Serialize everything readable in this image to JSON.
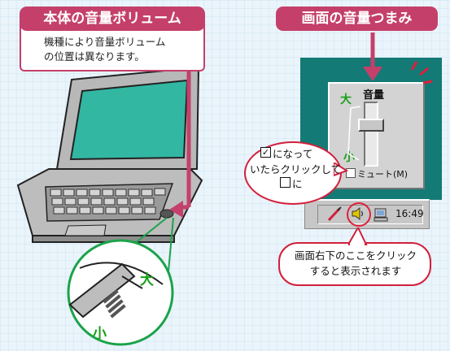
{
  "left_callout": {
    "title": "本体の音量ボリューム",
    "note_line1": "機種により音量ボリューム",
    "note_line2": "の位置は異なります。"
  },
  "right_callout": {
    "title": "画面の音量つまみ"
  },
  "volume_panel": {
    "title": "音量",
    "max_label": "大",
    "min_label": "小",
    "mute_label": "ミュート(M)",
    "mute_checked": false
  },
  "taskbar": {
    "clock": "16:49"
  },
  "hint_bubble": {
    "line1": "になって",
    "line2": "いたらクリックして",
    "line3": "に"
  },
  "bottom_bubble": {
    "line1": "画面右下のここをクリック",
    "line2": "すると表示されます"
  },
  "zoom": {
    "max_label": "大",
    "min_label": "小"
  },
  "colors": {
    "accent": "#c4406a",
    "window_teal": "#147a76",
    "bubble_border": "#d21f3c",
    "green_label": "#18a018"
  },
  "icons": [
    "pen-icon",
    "speaker-icon",
    "network-icon"
  ]
}
